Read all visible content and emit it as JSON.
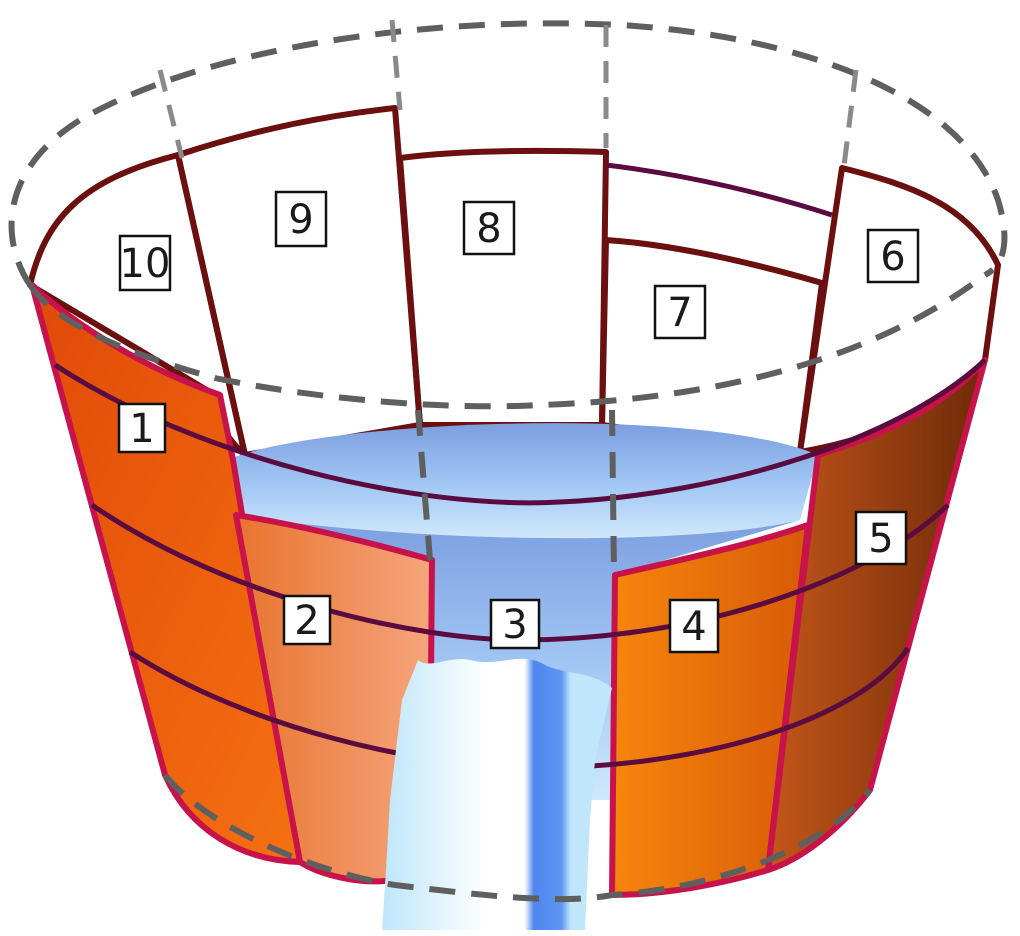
{
  "diagram": {
    "type": "broken-stave barrel (Liebig's barrel)",
    "staves": [
      {
        "number": "1",
        "side": "front",
        "color": "#e8560a"
      },
      {
        "number": "2",
        "side": "front",
        "color": "#f0905e"
      },
      {
        "number": "3",
        "side": "front",
        "color": "#a8d8f4"
      },
      {
        "number": "4",
        "side": "front",
        "color": "#f0780a"
      },
      {
        "number": "5",
        "side": "front",
        "color": "#b04a12"
      },
      {
        "number": "6",
        "side": "back",
        "color": "#d9d9d9"
      },
      {
        "number": "7",
        "side": "back",
        "color": "#cfc2c2"
      },
      {
        "number": "8",
        "side": "back",
        "color": "#f6d6d0"
      },
      {
        "number": "9",
        "side": "back",
        "color": "#d6cccc"
      },
      {
        "number": "10",
        "side": "back",
        "color": "#a8a8a8"
      }
    ],
    "water_color": "#7fa4e0",
    "waterfall_colors": [
      "#bfe6fb",
      "#ffffff",
      "#5b8ff0"
    ]
  }
}
